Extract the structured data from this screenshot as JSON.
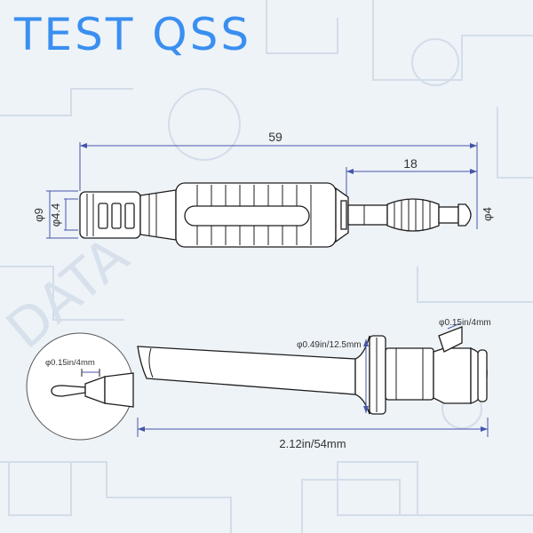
{
  "brand": {
    "title": "TEST QSS",
    "color": "#3a8ff0"
  },
  "banana_plug": {
    "dim_overall_length": "59",
    "dim_tip_length": "18",
    "dim_body_diameter": "φ9",
    "dim_shank_diameter": "φ4.4",
    "dim_pin_diameter": "φ4"
  },
  "test_hook": {
    "dim_hook_wire": "φ0.15in/4mm",
    "dim_body_diameter": "φ0.49in/12.5mm",
    "dim_tail_wire": "φ0.15in/4mm",
    "dim_overall_length": "2.12in/54mm"
  },
  "background": {
    "watermark_text": "DATA",
    "circuit_color": "#d2dde9"
  },
  "colors": {
    "dimension_line": "#4655a8",
    "outline": "#1d1d1d"
  }
}
